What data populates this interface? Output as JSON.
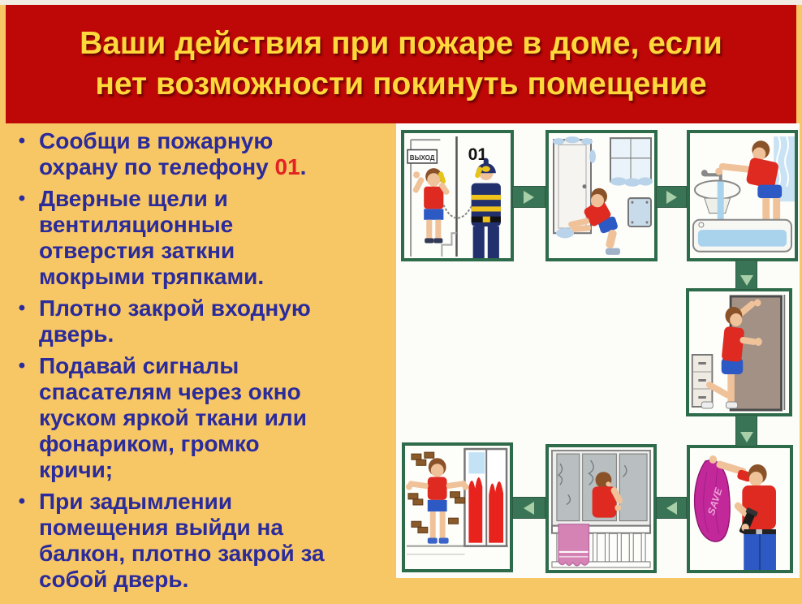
{
  "header": {
    "line1": "Ваши действия при пожаре в доме, если",
    "line2": "нет возможности покинуть помещение"
  },
  "list": {
    "bullet_char": "•"
  },
  "bullets": [
    {
      "lines": [
        "Сообщи в пожарную"
      ],
      "tail_pre": "охрану по телефону ",
      "tail_hl": "01",
      "tail_post": "."
    },
    {
      "lines": [
        "Дверные щели и",
        "вентиляционные",
        "отверстия заткни",
        "мокрыми тряпками."
      ]
    },
    {
      "lines": [
        "Плотно закрой входную",
        "дверь."
      ]
    },
    {
      "lines": [
        "Подавай сигналы",
        "спасателям через окно",
        "куском яркой ткани или",
        "фонариком, громко",
        "кричи;"
      ]
    },
    {
      "lines": [
        "При задымлении",
        "помещения выйди на",
        "балкон, плотно закрой за",
        "собой дверь."
      ]
    }
  ],
  "diagram": {
    "exit_sign_text": "ВЫХОД",
    "phone_number_text": "01",
    "cloth_text": "SAVE",
    "steps": [
      "call fire service by phone 01",
      "seal door gaps and vents with wet cloth",
      "fill bathtub with water",
      "close entrance door tightly",
      "signal rescuers with bright cloth and flashlight",
      "wait on balcony away from smoke",
      "stand on balcony, fire inside window"
    ]
  },
  "colors": {
    "slide_bg": "#F8C765",
    "header_bg": "#BE0707",
    "header_text": "#FFD83B",
    "bullet_text": "#2B2B9B",
    "highlight_red": "#E32222",
    "panel_border": "#2E6B4A",
    "arrow_bar": "#3A7456",
    "arrow_triangle": "#A9CFA9"
  }
}
